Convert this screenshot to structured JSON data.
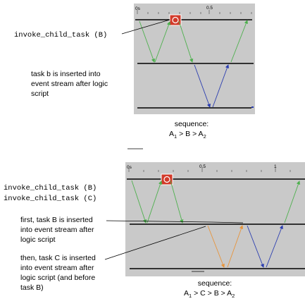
{
  "colors": {
    "panel_bg": "#c9c9c9",
    "green": "#4db04d",
    "blue": "#2a3db0",
    "orange": "#e8943a",
    "marker_red": "#d23a2a"
  },
  "top": {
    "ticks": [
      "0s",
      "0.5"
    ],
    "label": "invoke_child_task (B)",
    "note_lines": [
      "task b is inserted into",
      "event stream after logic",
      "script"
    ],
    "seq_label": "sequence:",
    "sequence": {
      "a": "A",
      "a_sub1": "1",
      "gt1": " > B > ",
      "a2": "A",
      "a_sub2": "2"
    }
  },
  "bottom": {
    "ticks": [
      "0s",
      "0.5",
      "1"
    ],
    "labels": [
      "invoke_child_task (B)",
      "invoke_child_task (C)"
    ],
    "note1_lines": [
      "first, task B is inserted",
      "into event stream after",
      "logic script"
    ],
    "note2_lines": [
      "then, task C is inserted",
      "into event stream after",
      "logic script (and before",
      "task B)"
    ],
    "seq_label": "sequence:",
    "sequence": {
      "a": "A",
      "a_sub1": "1",
      "mid": " > C > B > ",
      "a2": "A",
      "a_sub2": "2"
    }
  }
}
